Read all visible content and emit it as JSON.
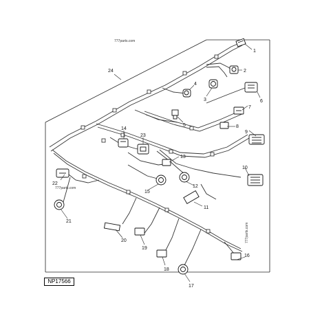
{
  "figure_id": "NP17566",
  "watermarks": [
    "777parts.com",
    "777parts.com",
    "777parts.com"
  ],
  "callouts": [
    "1",
    "2",
    "3",
    "4",
    "5",
    "6",
    "7",
    "8",
    "9",
    "10",
    "11",
    "12",
    "13",
    "14",
    "15",
    "16",
    "17",
    "18",
    "19",
    "20",
    "21",
    "22",
    "23",
    "24"
  ]
}
